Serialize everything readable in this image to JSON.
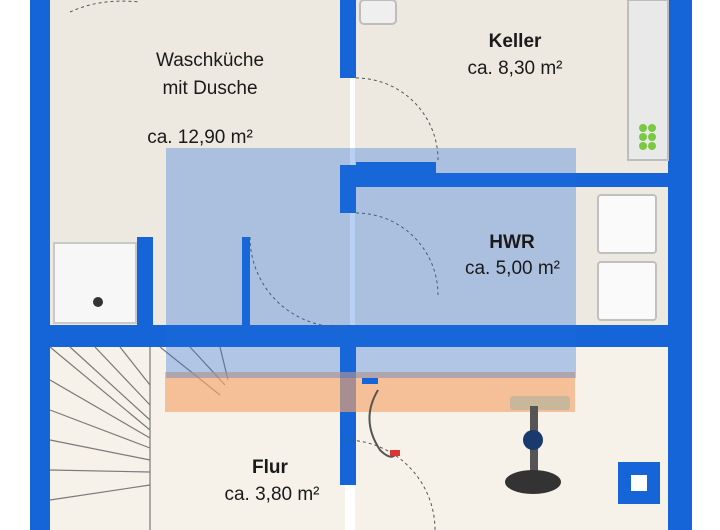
{
  "rooms": {
    "waschkueche": {
      "name_line1": "Waschküche",
      "name_line2": "mit Dusche",
      "area": "ca. 12,90 m²"
    },
    "keller": {
      "name": "Keller",
      "area": "ca. 8,30 m²"
    },
    "hwr": {
      "name": "HWR",
      "area": "ca. 5,00 m²"
    },
    "flur": {
      "name": "Flur",
      "area": "ca. 3,80 m²"
    }
  },
  "colors": {
    "wall": "#1565d8",
    "floor": "#ede8e0",
    "handrail": "#f4a56b"
  }
}
